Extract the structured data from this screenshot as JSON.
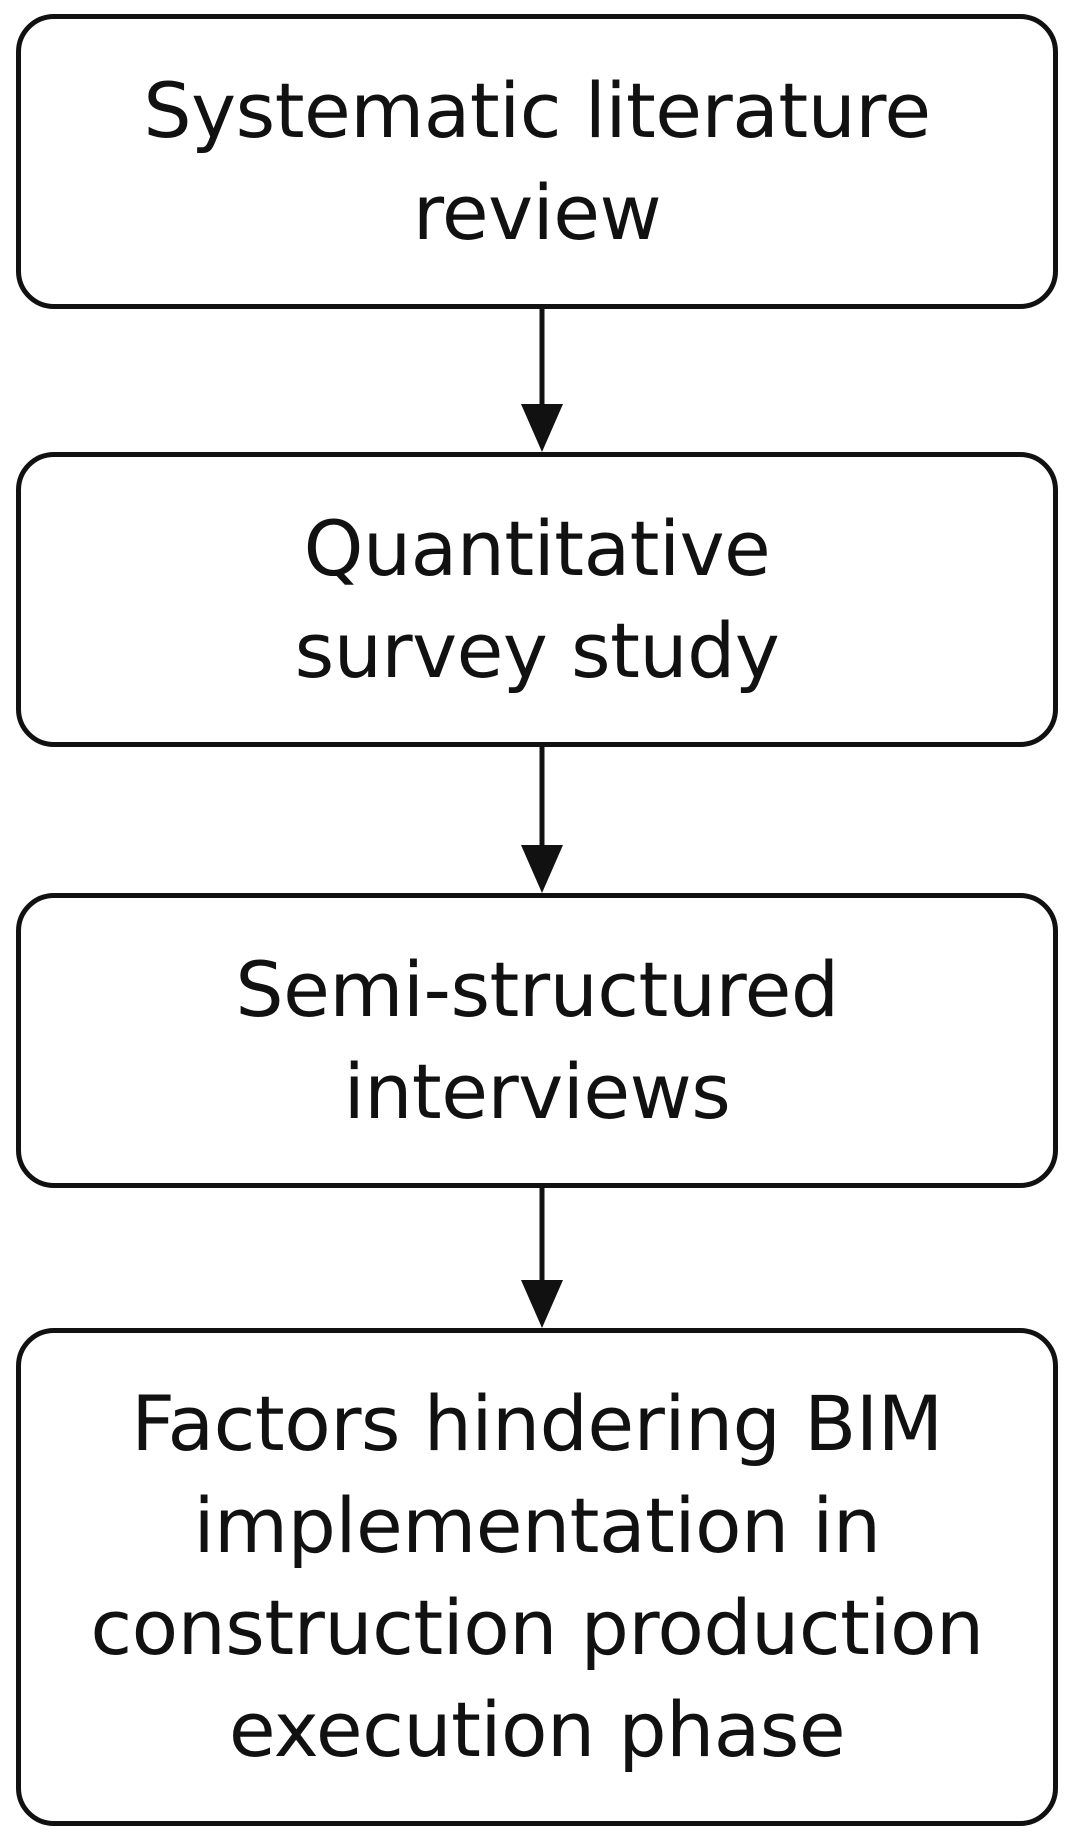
{
  "diagram": {
    "steps": [
      {
        "id": "literature-review",
        "lines": [
          "Systematic literature",
          "review"
        ]
      },
      {
        "id": "survey-study",
        "lines": [
          "Quantitative",
          "survey study"
        ]
      },
      {
        "id": "interviews",
        "lines": [
          "Semi-structured",
          "interviews"
        ]
      },
      {
        "id": "outcome",
        "lines": [
          "Factors hindering BIM",
          "implementation in",
          "construction production",
          "execution phase"
        ]
      }
    ],
    "connections": [
      {
        "from": "literature-review",
        "to": "survey-study"
      },
      {
        "from": "survey-study",
        "to": "interviews"
      },
      {
        "from": "interviews",
        "to": "outcome"
      }
    ],
    "colors": {
      "stroke": "#111111",
      "background": "#ffffff"
    }
  }
}
